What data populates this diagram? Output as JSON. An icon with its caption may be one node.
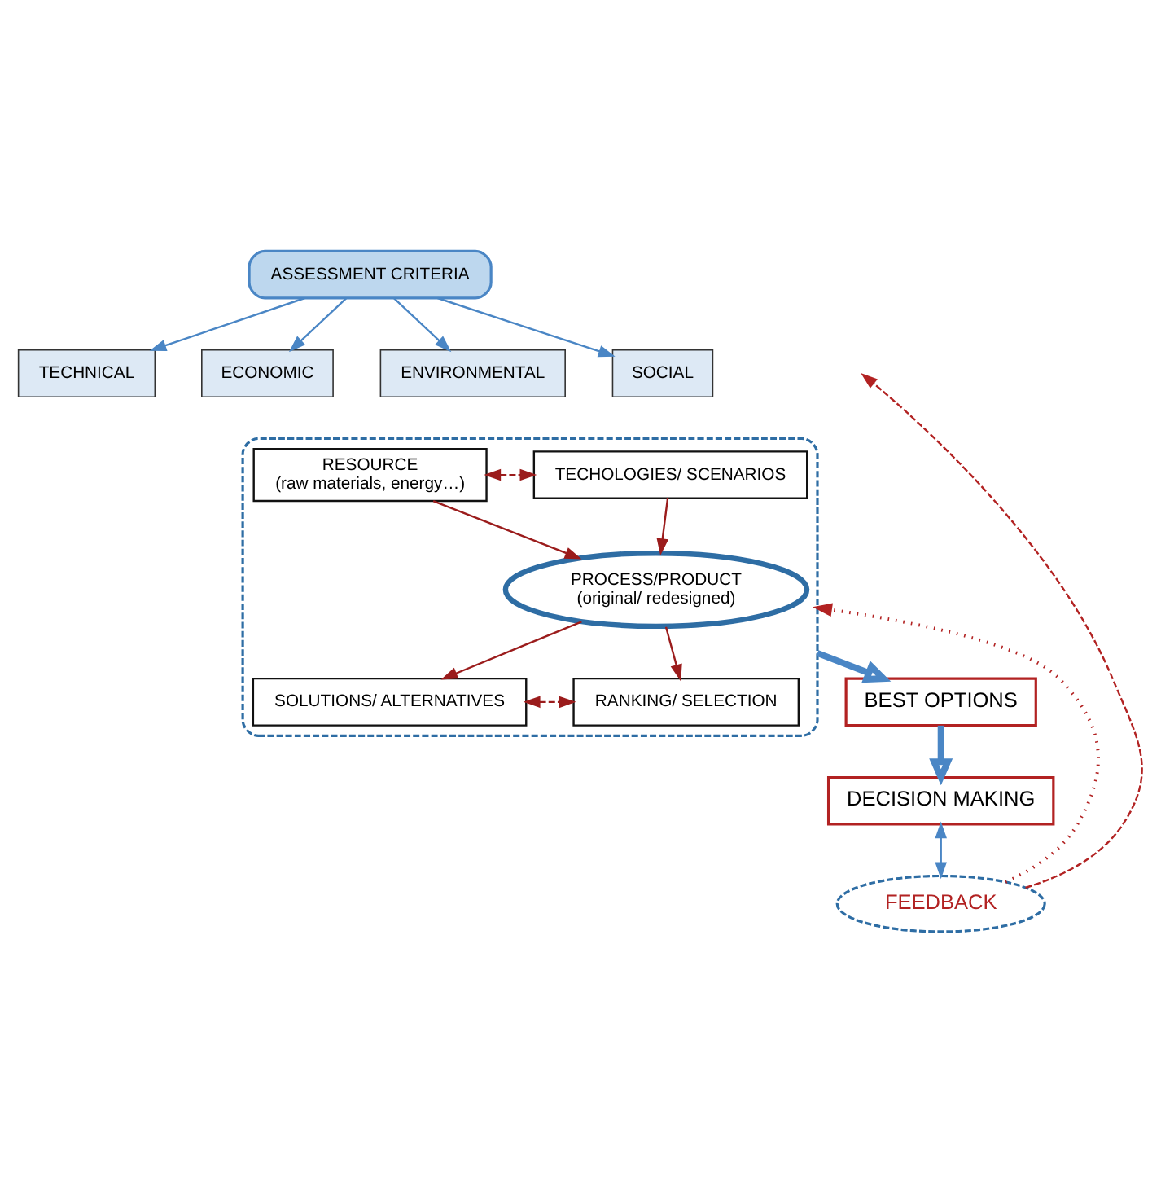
{
  "diagram": {
    "nodes": [
      {
        "text": [
          "ASSESSMENT CRITERIA"
        ]
      },
      {
        "text": [
          "TECHNICAL"
        ]
      },
      {
        "text": [
          "ECONOMIC"
        ]
      },
      {
        "text": [
          "ENVIRONMENTAL"
        ]
      },
      {
        "text": [
          "SOCIAL"
        ]
      },
      {
        "text": [],
        "shape": "box"
      },
      {
        "text": [
          "RESOURCE",
          "(raw materials, energy…)"
        ],
        "in": 5
      },
      {
        "text": [
          "SOLUTIONS/ ALTERNATIVES"
        ],
        "in": 5
      },
      {
        "text": [
          "PROCESS/PRODUCT",
          "(original/ redesigned)"
        ],
        "in": 5
      },
      {
        "text": [
          "TECHOLOGIES/ SCENARIOS"
        ],
        "in": 5
      },
      {
        "text": [
          "RANKING/ SELECTION"
        ],
        "in": 5
      },
      {
        "text": [
          "BEST OPTIONS"
        ]
      },
      {
        "text": [
          "DECISION MAKING"
        ]
      },
      {
        "text": [
          "FEEDBACK"
        ]
      }
    ],
    "edges": [
      {
        "from": 0,
        "to": 1,
        "arrow": "to",
        "color": "#4a86c5"
      },
      {
        "from": 0,
        "to": 2,
        "arrow": "to",
        "color": "#4a86c5"
      },
      {
        "from": 0,
        "to": 3,
        "arrow": "to",
        "color": "#4a86c5"
      },
      {
        "from": 0,
        "to": 4,
        "arrow": "to",
        "color": "#4a86c5"
      },
      {
        "from": 6,
        "to": 8,
        "arrow": "to",
        "color": "#9b1c1c"
      },
      {
        "from": 9,
        "to": 8,
        "arrow": "to",
        "color": "#9b1c1c"
      },
      {
        "from": 8,
        "to": 7,
        "arrow": "to",
        "color": "#9b1c1c"
      },
      {
        "from": 8,
        "to": 10,
        "arrow": "to",
        "color": "#9b1c1c"
      },
      {
        "from": 6,
        "to": 9,
        "arrow": "both",
        "style": "dashed",
        "color": "#9b1c1c"
      },
      {
        "from": 7,
        "to": 10,
        "arrow": "both",
        "style": "dashed",
        "color": "#9b1c1c"
      },
      {
        "from": 5,
        "to": 11,
        "arrow": "to",
        "color": "#4a86c5",
        "style": "thick"
      },
      {
        "from": 11,
        "to": 12,
        "arrow": "to",
        "color": "#4a86c5",
        "style": "thick"
      },
      {
        "from": 12,
        "to": 13,
        "arrow": "both",
        "color": "#4a86c5"
      },
      {
        "from": 13,
        "to": null,
        "arrow": "to",
        "style": "dashed",
        "color": "#b22222"
      },
      {
        "from": 13,
        "to": 5,
        "arrow": "to",
        "style": "dashed",
        "color": "#b22222"
      }
    ]
  }
}
